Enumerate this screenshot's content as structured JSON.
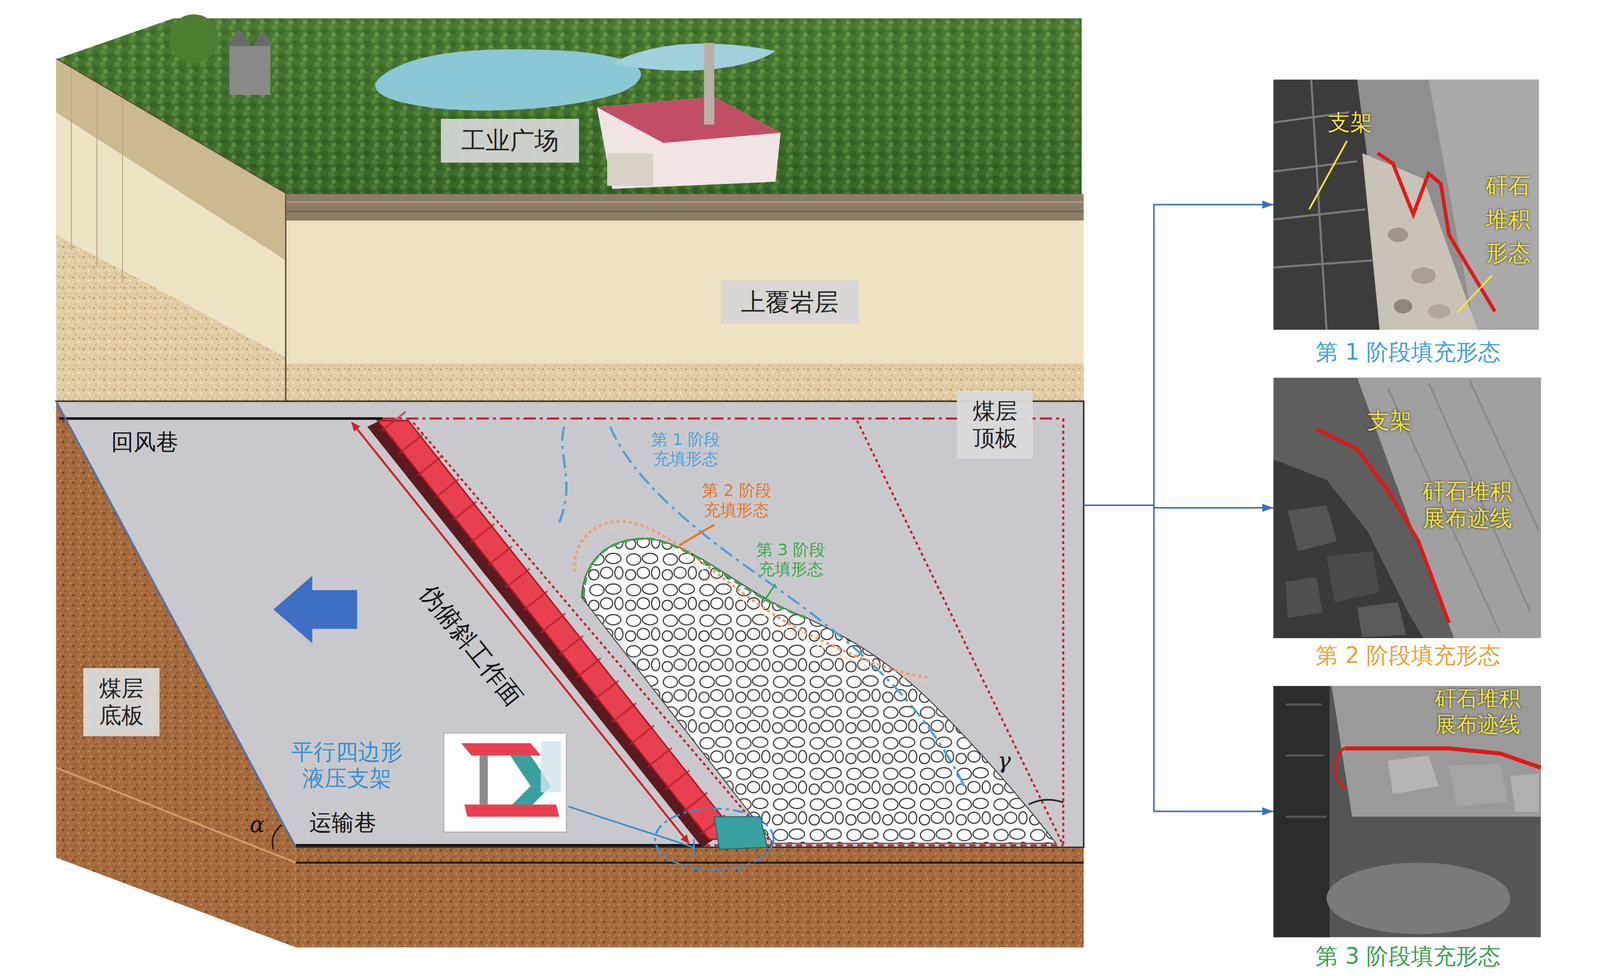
{
  "diagram": {
    "nodes": [
      {
        "text": [
          "回风巷",
          "运输巷",
          "伪俯斜工作面"
        ]
      },
      {
        "text": [
          "工业广场"
        ],
        "in": 0
      },
      {
        "text": [
          "上覆岩层"
        ],
        "in": 0
      },
      {
        "text": [
          "煤层 顶板"
        ],
        "in": 0
      },
      {
        "text": [
          "煤层 底板"
        ],
        "in": 0
      },
      {
        "text": [
          "支架",
          "矸石 堆积 形态",
          "第 1 阶段填充形态"
        ]
      },
      {
        "text": [
          "支架",
          "矸石堆积 展布迹线",
          "第 2 阶段填充形态"
        ]
      },
      {
        "text": [
          "矸石堆积 展布迹线",
          "第 3 阶段填充形态"
        ]
      }
    ],
    "edges": [
      {
        "from": 0,
        "to": 5,
        "arrow": "to"
      },
      {
        "from": 0,
        "to": 6,
        "arrow": "to"
      },
      {
        "from": 0,
        "to": 7,
        "arrow": "to"
      }
    ],
    "labels": [
      "平行四边形 液压支架",
      "第 1 阶段 充填形态",
      "第 2 阶段 充填形态",
      "第 3 阶段 充填形态",
      "α",
      "γ"
    ]
  }
}
